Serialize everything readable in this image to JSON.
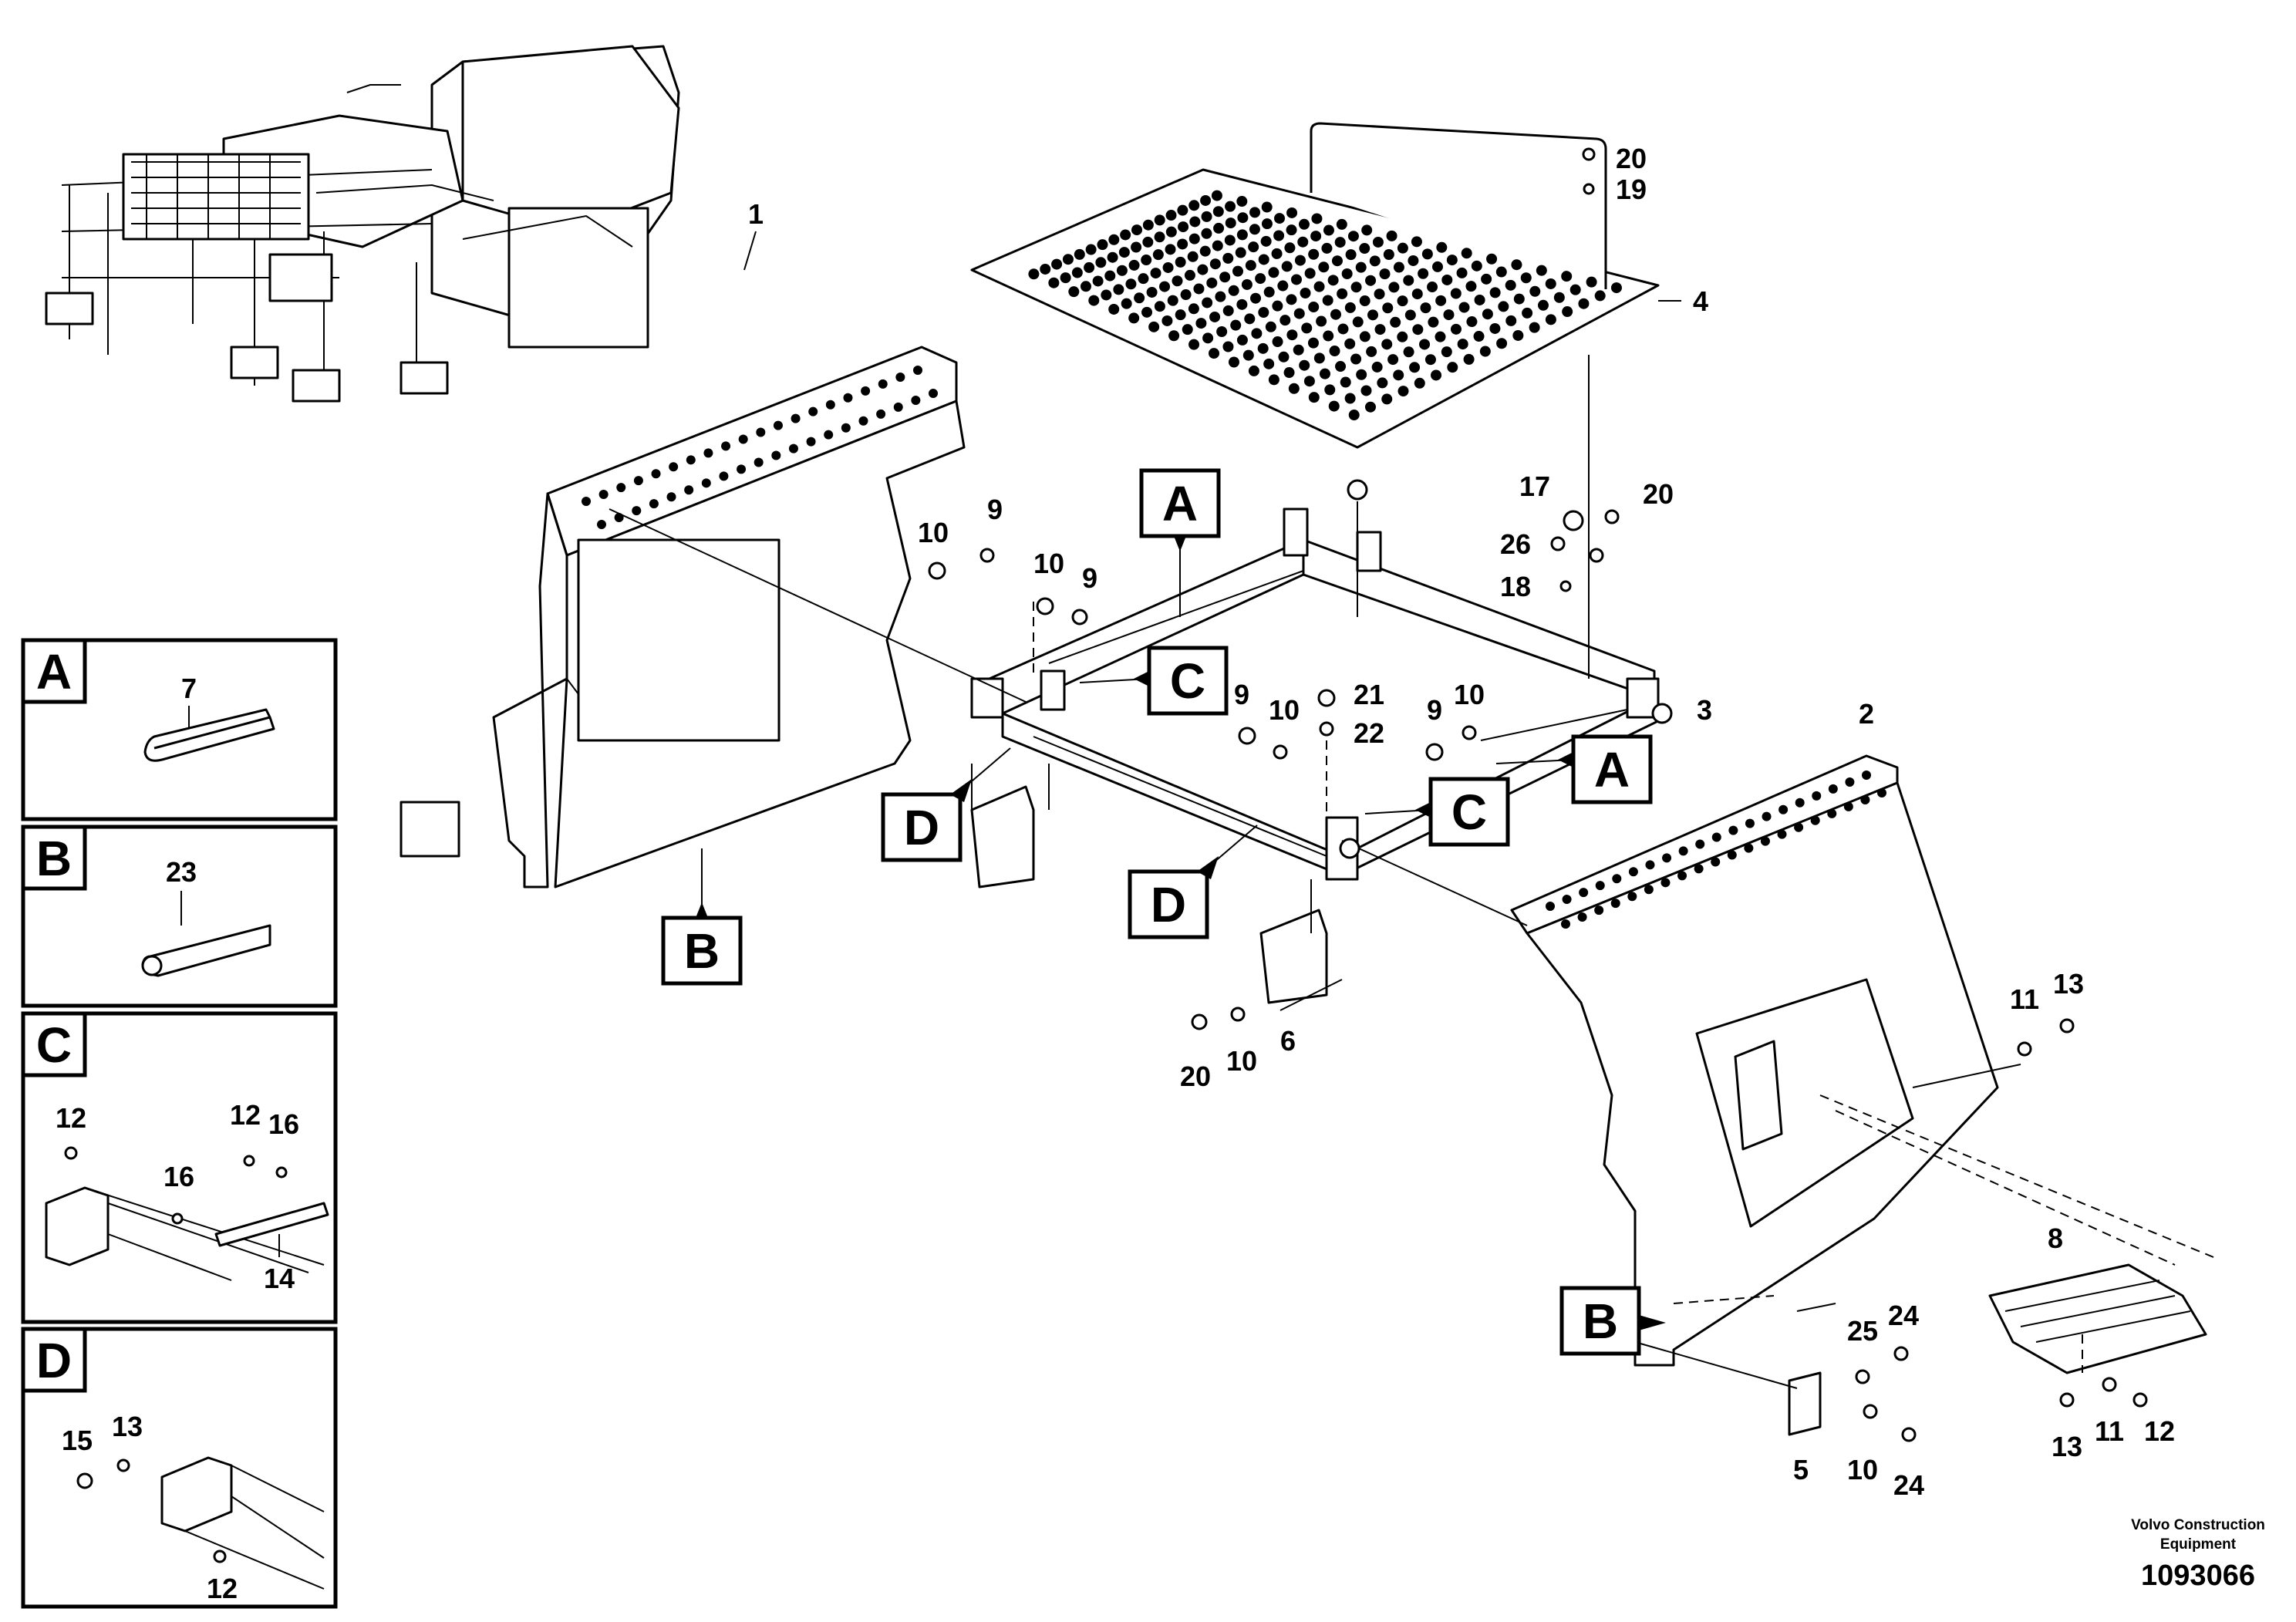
{
  "callouts": {
    "A": "A",
    "B": "B",
    "C": "C",
    "D": "D"
  },
  "detail_panels": {
    "A": {
      "letter": "A",
      "labels": [
        "7"
      ]
    },
    "B": {
      "letter": "B",
      "labels": [
        "23"
      ]
    },
    "C": {
      "letter": "C",
      "labels": [
        "12",
        "12",
        "16",
        "16",
        "14"
      ]
    },
    "D": {
      "letter": "D",
      "labels": [
        "15",
        "13",
        "12"
      ]
    }
  },
  "part_labels": {
    "p1": "1",
    "p2": "2",
    "p3": "3",
    "p4": "4",
    "p5": "5",
    "p6": "6",
    "p8": "8",
    "p9a": "9",
    "p10a": "10",
    "p10b": "10",
    "p9b": "9",
    "p9c": "9",
    "p10c": "10",
    "p21": "21",
    "p22": "22",
    "p9d": "9",
    "p10d": "10",
    "p17": "17",
    "p20a": "20",
    "p19": "19",
    "p20b": "20",
    "p26": "26",
    "p18": "18",
    "p20c": "20",
    "p10e": "10",
    "p11a": "11",
    "p13a": "13",
    "p25": "25",
    "p24a": "24",
    "p10f": "10",
    "p24b": "24",
    "p13b": "13",
    "p11b": "11",
    "p12": "12"
  },
  "footer": {
    "company_line1": "Volvo Construction",
    "company_line2": "Equipment",
    "drawing_number": "1093066"
  }
}
